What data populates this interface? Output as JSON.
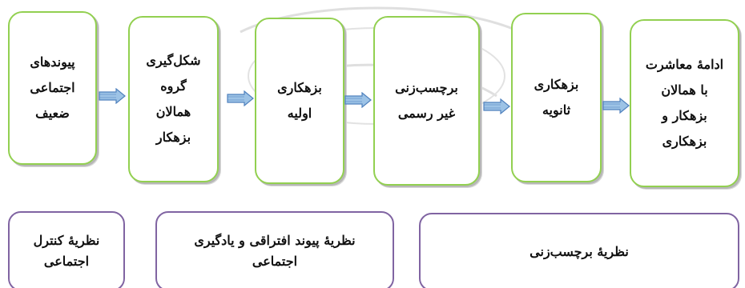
{
  "flow": {
    "stages": [
      {
        "lines": [
          "پیوندهای",
          "اجتماعی",
          "ضعیف"
        ]
      },
      {
        "lines": [
          "شکل‌گیری",
          "گروه",
          "همالان",
          "بزهکار"
        ]
      },
      {
        "lines": [
          "بزهکاری",
          "اولیه"
        ]
      },
      {
        "lines": [
          "برچسب‌زنی",
          "غیر رسمی"
        ]
      },
      {
        "lines": [
          "بزهکاری",
          "ثانویه"
        ]
      },
      {
        "lines": [
          "ادامهٔ معاشرت",
          "با همالان",
          "بزهکار و",
          "بزهکاری"
        ]
      }
    ]
  },
  "theories": [
    {
      "lines": [
        "نظریهٔ کنترل",
        "اجتماعی"
      ]
    },
    {
      "lines": [
        "نظریهٔ پیوند افتراقی و یادگیری",
        "اجتماعی"
      ]
    },
    {
      "lines": [
        "نظریهٔ برچسب‌زنی"
      ]
    }
  ],
  "colors": {
    "stage_border": "#92d050",
    "theory_border": "#8064a2",
    "arrow_fill": "#9dc3e6",
    "arrow_stroke": "#4f81bd"
  }
}
